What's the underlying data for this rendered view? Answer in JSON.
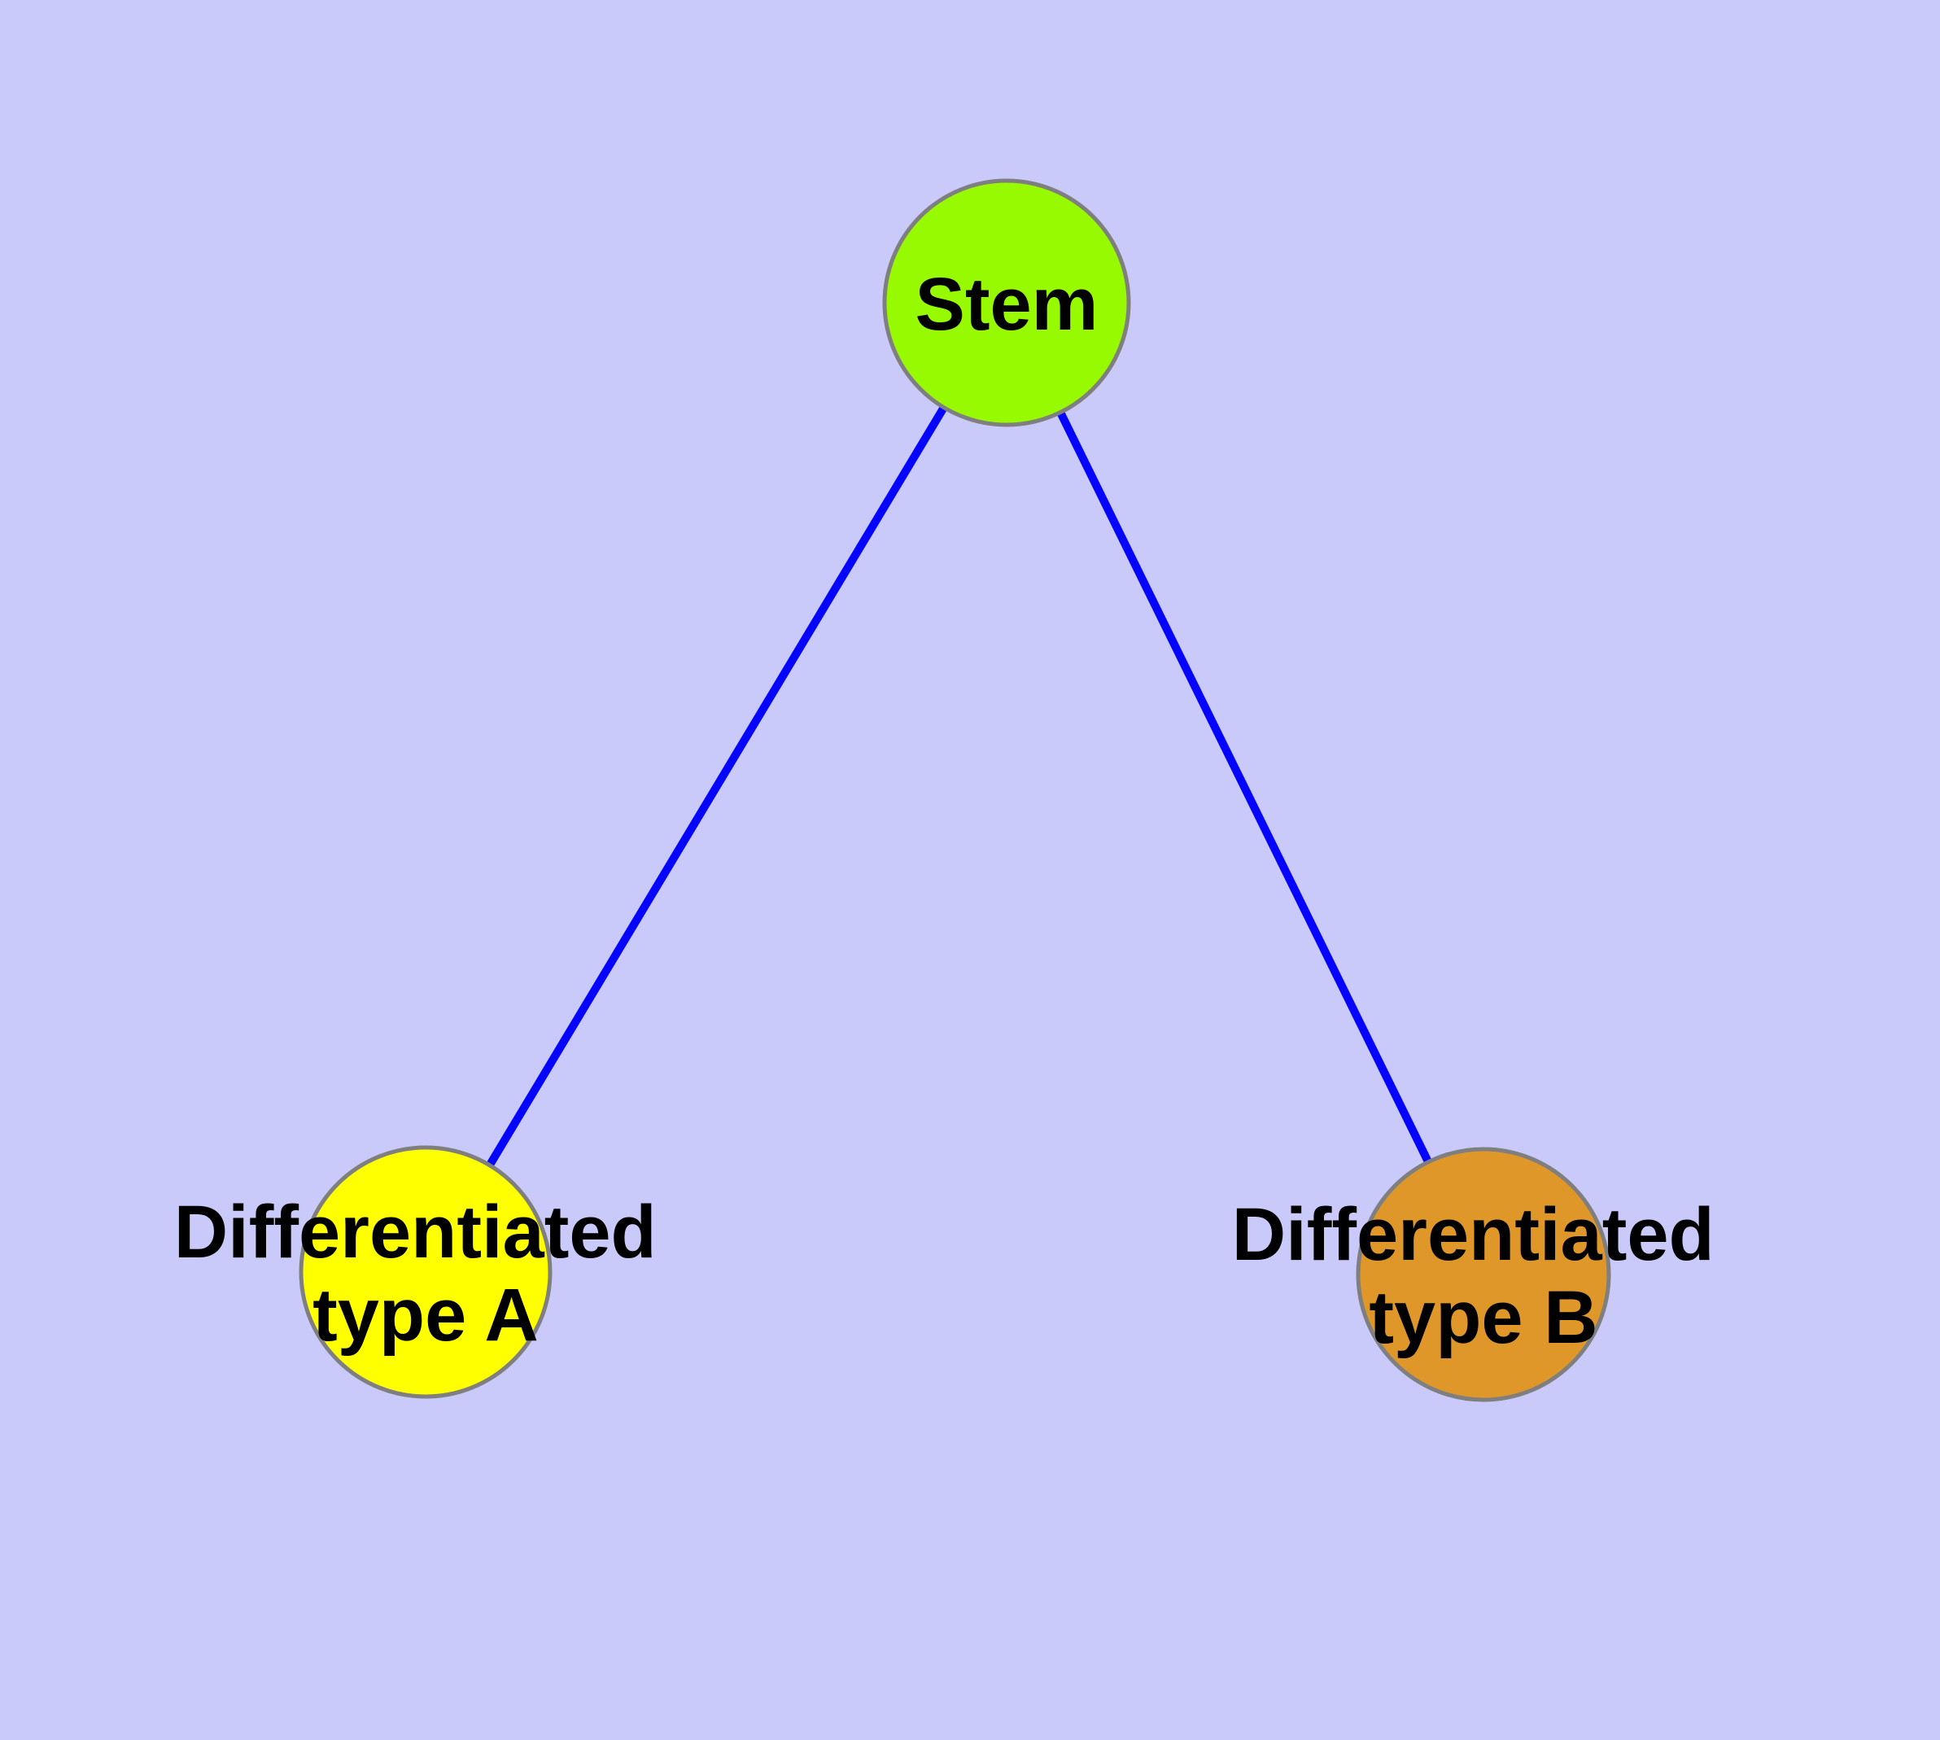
{
  "diagram": {
    "type": "node-link-graph",
    "background_color": "#c9c9fa",
    "edge_color": "#0404ff",
    "node_border_color": "#7f7f7f",
    "label_color": "#000000",
    "nodes": [
      {
        "id": "stem",
        "label": "Stem",
        "label_lines": [
          "Stem"
        ],
        "fill": "#98fa00"
      },
      {
        "id": "differentiated-type-a",
        "label": "Differentiated type A",
        "label_lines": [
          "Differentiated",
          "type A"
        ],
        "fill": "#ffff00"
      },
      {
        "id": "differentiated-type-b",
        "label": "Differentiated type B",
        "label_lines": [
          "Differentiated",
          "type B"
        ],
        "fill": "#e0972a"
      }
    ],
    "edges": [
      {
        "from": "Stem",
        "to": "Differentiated type A"
      },
      {
        "from": "Stem",
        "to": "Differentiated type B"
      }
    ]
  }
}
